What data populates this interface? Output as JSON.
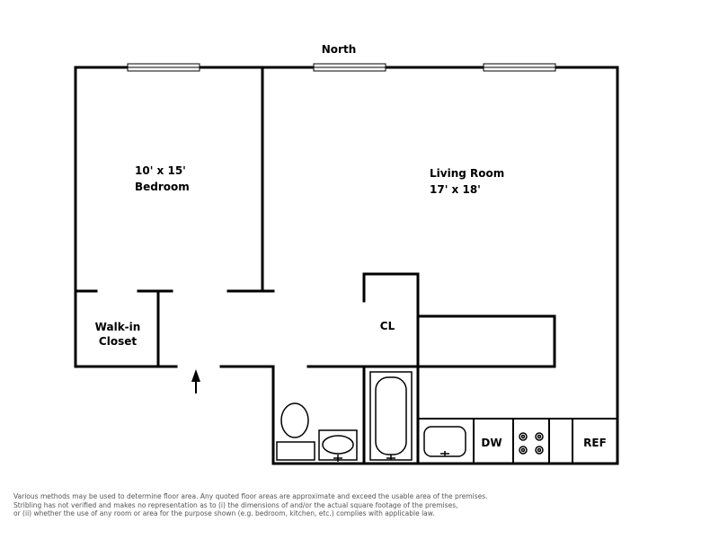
{
  "plan": {
    "compass_label": "North",
    "rooms": {
      "bedroom": {
        "dimensions": "10' x 15'",
        "name": "Bedroom"
      },
      "living_room": {
        "name": "Living Room",
        "dimensions": "17' x 18'"
      },
      "walk_in_closet": {
        "line1": "Walk-in",
        "line2": "Closet"
      },
      "closet": {
        "name": "CL"
      }
    },
    "appliances": {
      "dishwasher": "DW",
      "refrigerator": "REF"
    },
    "icons": [
      "entry-arrow-icon",
      "toilet-icon",
      "bathroom-sink-icon",
      "bathtub-icon",
      "kitchen-sink-icon",
      "stove-burners-icon",
      "window-icon"
    ]
  },
  "disclaimer": [
    "Various methods may be used to determine floor area.  Any quoted floor areas are approximate and exceed the usable area of the premises.",
    "Stribling has not verified and makes no representation as to (i) the dimensions of and/or the actual square footage of the premises,",
    "or (ii) whether the use of any room or area for the purpose shown (e.g. bedroom, kitchen, etc.) complies with applicable law."
  ]
}
